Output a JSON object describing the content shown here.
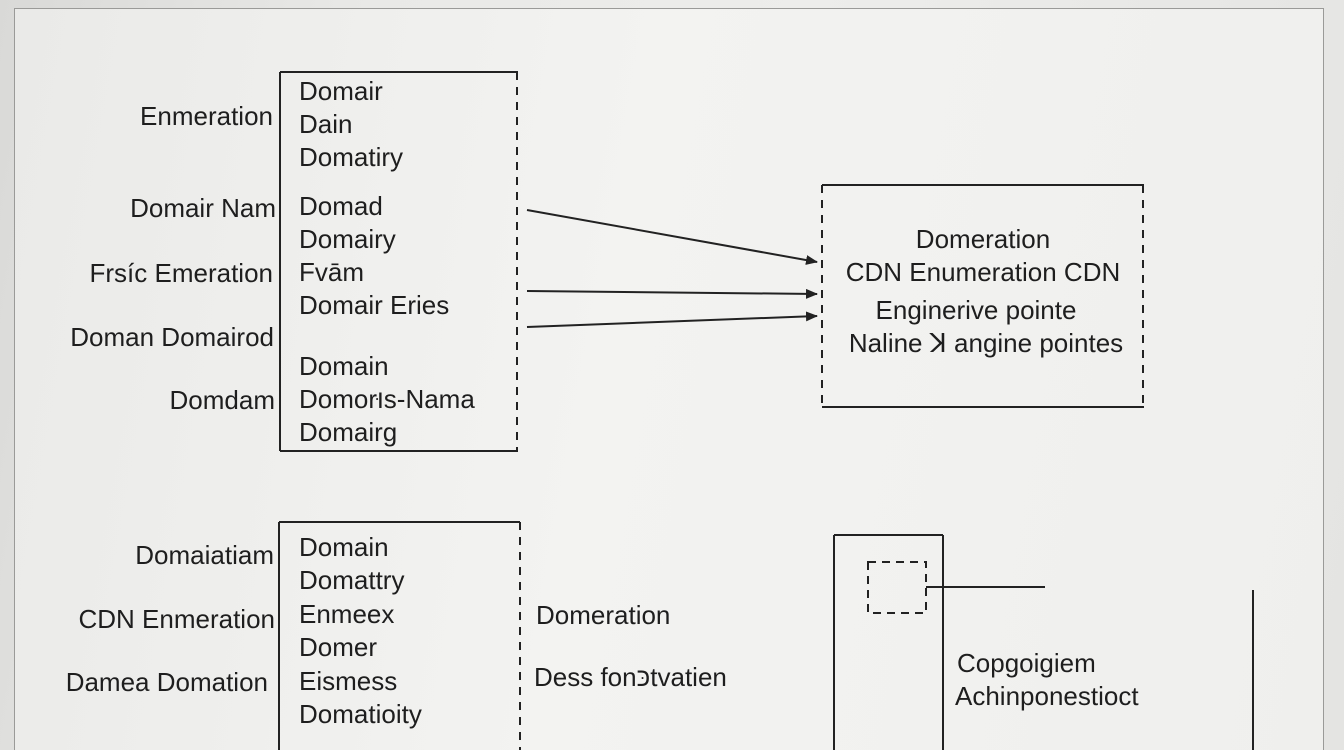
{
  "top_box": {
    "outside_labels": [
      "Enmeration",
      "Domair Nam",
      "Frsíc Emeration",
      "Doman Domairod",
      "Domdam"
    ],
    "items": [
      "Domair",
      "Dain",
      "Domatiry",
      "Domad",
      "Domairy",
      "Fvām",
      "Domair Eries",
      "Domain",
      "Domorוּs-Nama",
      "Domairg"
    ]
  },
  "right_box": {
    "lines": [
      "Domeration",
      "CDN Enumeration CDN",
      "Enginerive pointe",
      "Naline ꓘ angine pointes"
    ]
  },
  "bottom_box": {
    "outside_labels": [
      "Domaiatiam",
      "CDN Enmeration",
      "Damea Domation"
    ],
    "items": [
      "Domain",
      "Domattry",
      "Enmeex",
      "Domer",
      "Eismess",
      "Domatioity"
    ],
    "side_labels": [
      "Domeration",
      "Dess fonכּtvatien"
    ]
  },
  "component": {
    "lines": [
      "Copgoigiem",
      "Achinponestioct"
    ]
  }
}
